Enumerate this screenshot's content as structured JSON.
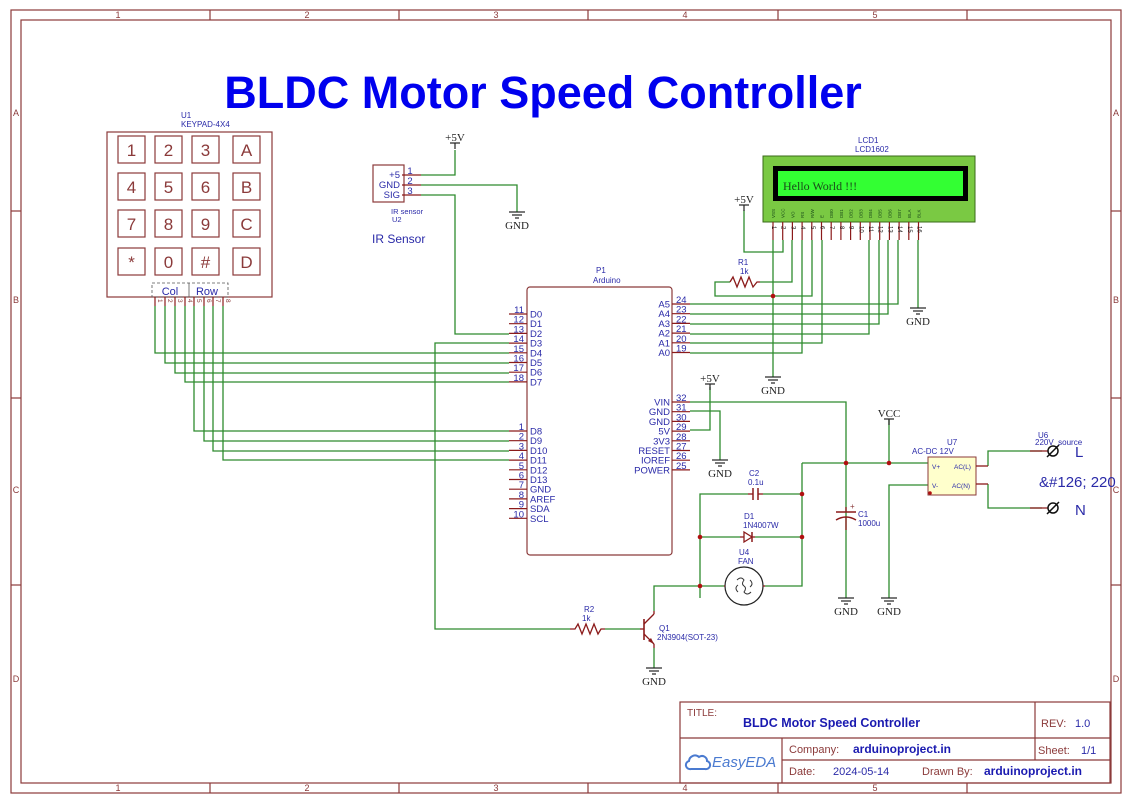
{
  "title": "BLDC Motor Speed Controller",
  "border": {
    "columns": [
      "1",
      "2",
      "3",
      "4",
      "5"
    ],
    "rows": [
      "A",
      "B",
      "C",
      "D"
    ]
  },
  "keypad": {
    "ref": "U1",
    "part": "KEYPAD-4X4",
    "keys": [
      "1",
      "2",
      "3",
      "A",
      "4",
      "5",
      "6",
      "B",
      "7",
      "8",
      "9",
      "C",
      "*",
      "0",
      "#",
      "D"
    ],
    "col_label": "Col",
    "row_label": "Row",
    "pins": [
      "1",
      "2",
      "3",
      "4",
      "5",
      "6",
      "7",
      "8"
    ]
  },
  "ir_sensor": {
    "ref": "U2",
    "part": "IR sensor",
    "caption": "IR Sensor",
    "pin_names": [
      "+5",
      "GND",
      "SIG"
    ],
    "pin_nums": [
      "1",
      "2",
      "3"
    ]
  },
  "lcd": {
    "ref": "LCD1",
    "part": "LCD1602",
    "display_text": "Hello World !!!",
    "pin_names": [
      "VSS",
      "VCC",
      "VO",
      "RS",
      "R/W",
      "E",
      "DB0",
      "DB1",
      "DB2",
      "DB3",
      "DB4",
      "DB5",
      "DB6",
      "DB7",
      "BLA",
      "BLK"
    ],
    "pin_nums": [
      "1",
      "2",
      "3",
      "4",
      "5",
      "6",
      "7",
      "8",
      "9",
      "10",
      "11",
      "12",
      "13",
      "14",
      "15",
      "16"
    ]
  },
  "arduino": {
    "ref": "P1",
    "part": "Arduino",
    "left_top": [
      {
        "num": "11",
        "name": "D0"
      },
      {
        "num": "12",
        "name": "D1"
      },
      {
        "num": "13",
        "name": "D2"
      },
      {
        "num": "14",
        "name": "D3"
      },
      {
        "num": "15",
        "name": "D4"
      },
      {
        "num": "16",
        "name": "D5"
      },
      {
        "num": "17",
        "name": "D6"
      },
      {
        "num": "18",
        "name": "D7"
      }
    ],
    "left_bottom": [
      {
        "num": "1",
        "name": "D8"
      },
      {
        "num": "2",
        "name": "D9"
      },
      {
        "num": "3",
        "name": "D10"
      },
      {
        "num": "4",
        "name": "D11"
      },
      {
        "num": "5",
        "name": "D12"
      },
      {
        "num": "6",
        "name": "D13"
      },
      {
        "num": "7",
        "name": "GND"
      },
      {
        "num": "8",
        "name": "AREF"
      },
      {
        "num": "9",
        "name": "SDA"
      },
      {
        "num": "10",
        "name": "SCL"
      }
    ],
    "right_top": [
      {
        "num": "24",
        "name": "A5"
      },
      {
        "num": "23",
        "name": "A4"
      },
      {
        "num": "22",
        "name": "A3"
      },
      {
        "num": "21",
        "name": "A2"
      },
      {
        "num": "20",
        "name": "A1"
      },
      {
        "num": "19",
        "name": "A0"
      }
    ],
    "right_bottom": [
      {
        "num": "32",
        "name": "VIN"
      },
      {
        "num": "31",
        "name": "GND"
      },
      {
        "num": "30",
        "name": "GND"
      },
      {
        "num": "29",
        "name": "5V"
      },
      {
        "num": "28",
        "name": "3V3"
      },
      {
        "num": "27",
        "name": "RESET"
      },
      {
        "num": "26",
        "name": "IOREF"
      },
      {
        "num": "25",
        "name": "POWER"
      }
    ]
  },
  "r1": {
    "ref": "R1",
    "value": "1k"
  },
  "r2": {
    "ref": "R2",
    "value": "1k"
  },
  "c1": {
    "ref": "C1",
    "value": "1000u",
    "polarity": "+"
  },
  "c2": {
    "ref": "C2",
    "value": "0.1u"
  },
  "d1": {
    "ref": "D1",
    "part": "1N4007W"
  },
  "fan": {
    "ref": "U4",
    "part": "FAN"
  },
  "q1": {
    "ref": "Q1",
    "part": "2N3904(SOT-23)"
  },
  "psu": {
    "ref": "U7",
    "part": "AC-DC 12V",
    "pins": [
      "V+",
      "V-",
      "AC(L)",
      "AC(N)"
    ]
  },
  "source": {
    "ref": "U6",
    "part": "220V_source",
    "line": "L",
    "neutral": "N",
    "label": "&#126; 220"
  },
  "power_labels": {
    "p5v": "+5V",
    "gnd": "GND",
    "vcc": "VCC"
  },
  "title_block": {
    "title_label": "TITLE:",
    "title": "BLDC Motor Speed Controller",
    "rev_label": "REV:",
    "rev": "1.0",
    "company_label": "Company:",
    "company": "arduinoproject.in",
    "sheet_label": "Sheet:",
    "sheet": "1/1",
    "date_label": "Date:",
    "date": "2024-05-14",
    "drawn_label": "Drawn By:",
    "drawn_by": "arduinoproject.in",
    "logo": "EasyEDA"
  },
  "colors": {
    "title_blue": "#0000ee",
    "label_blue": "#2a2aa8",
    "frame": "#8b3a3a",
    "wire": "#2e8b2e",
    "lcd_green": "#7ac943",
    "lcd_screen": "#33ff33"
  }
}
